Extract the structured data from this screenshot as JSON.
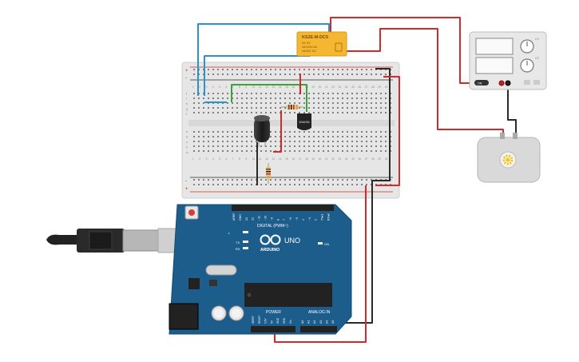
{
  "relay": {
    "model": "KS2E-M-DC5",
    "lines": [
      "DC 5V",
      "1A/125V AC",
      "2A/30V DC"
    ],
    "colors": {
      "body": "#f5b731",
      "text": "#7a4a00"
    }
  },
  "breadboard": {
    "column_numbers": [
      "1",
      "2",
      "3",
      "4",
      "5",
      "6",
      "7",
      "8",
      "9",
      "10",
      "11",
      "12",
      "13",
      "14",
      "15",
      "16",
      "17",
      "18",
      "19",
      "20",
      "21",
      "22",
      "23",
      "24",
      "25",
      "26",
      "27",
      "28",
      "29",
      "30"
    ],
    "row_letters_top": [
      "j",
      "i",
      "h",
      "g",
      "f"
    ],
    "row_letters_bottom": [
      "e",
      "d",
      "c",
      "b",
      "a"
    ],
    "rail_plus": "+",
    "rail_minus": "-"
  },
  "diode_label": "1N4001",
  "arduino": {
    "digital_label": "DIGITAL (PWM~)",
    "logo": "ARDUINO",
    "model": "UNO",
    "on_label": "ON",
    "l_label": "L",
    "tx_label": "TX",
    "rx_label": "RX",
    "power_label": "POWER",
    "analog_label": "ANALOG IN",
    "digital_pins": [
      "AREF",
      "GND",
      "13",
      "12",
      "~11",
      "~10",
      "~9",
      "8",
      "7",
      "~6",
      "~5",
      "4",
      "~3",
      "2",
      "TX▸1",
      "RX◂0"
    ],
    "power_pins": [
      "IOREF",
      "RESET",
      "3.3V",
      "5V",
      "GND",
      "GND",
      "Vin"
    ],
    "analog_pins": [
      "A0",
      "A1",
      "A2",
      "A3",
      "A4",
      "A5"
    ],
    "colors": {
      "board": "#1d5d8c",
      "header": "#222222"
    }
  },
  "power_supply": {
    "on_label": "ON",
    "knob_labels": [
      "CV",
      "CC"
    ]
  },
  "wire_colors": {
    "blue": "#2a93c9",
    "red": "#d42a2a",
    "black": "#2a2a2a",
    "green": "#3aa33a"
  }
}
